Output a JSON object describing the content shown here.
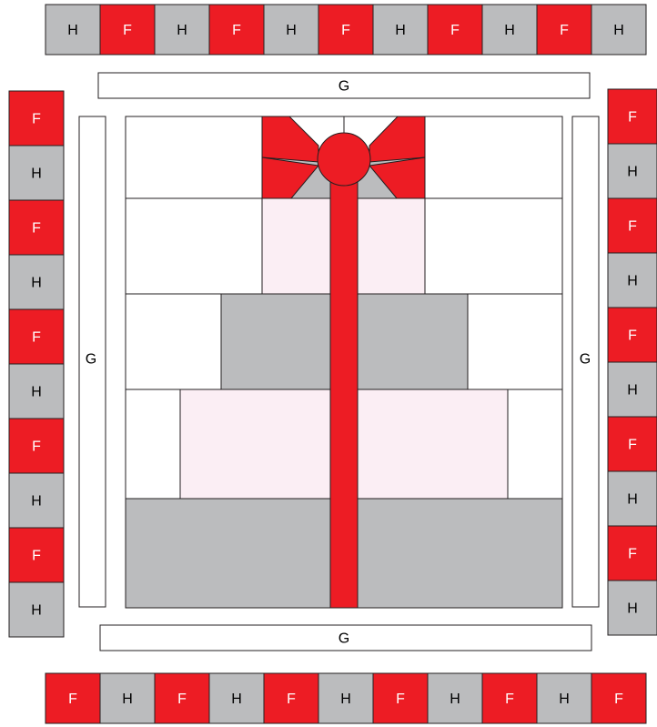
{
  "colors": {
    "red": "#ed1c24",
    "gray": "#bbbcbe",
    "pink": "#fbeef4",
    "white": "#ffffff",
    "stroke": "#231f20",
    "label_on_red": "#ffffff",
    "label_on_gray": "#000000"
  },
  "labels": {
    "F": "F",
    "H": "H",
    "G": "G"
  },
  "border": {
    "top": [
      "H",
      "F",
      "H",
      "F",
      "H",
      "F",
      "H",
      "F",
      "H",
      "F",
      "H"
    ],
    "bottom": [
      "F",
      "H",
      "F",
      "H",
      "F",
      "H",
      "F",
      "H",
      "F",
      "H",
      "F"
    ],
    "left": [
      "F",
      "H",
      "F",
      "H",
      "F",
      "H",
      "F",
      "H",
      "F",
      "H"
    ],
    "right": [
      "F",
      "H",
      "F",
      "H",
      "F",
      "H",
      "F",
      "H",
      "F",
      "H"
    ]
  },
  "strips": {
    "top": "G",
    "bottom": "G",
    "left": "G",
    "right": "G"
  }
}
